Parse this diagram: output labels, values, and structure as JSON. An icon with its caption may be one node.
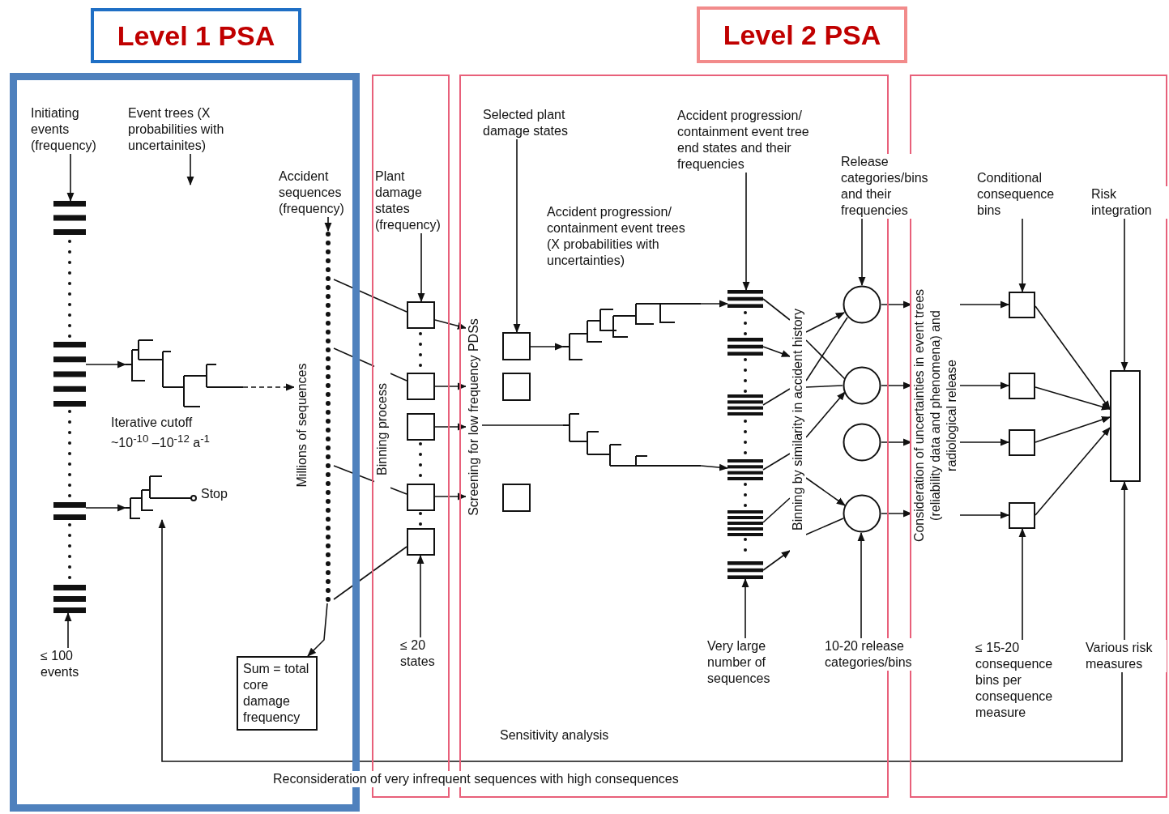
{
  "diagram": {
    "nodes": [
      {
        "text": [
          "Level 1 PSA"
        ]
      },
      {
        "text": [
          "Level 2 PSA"
        ]
      },
      {
        "text": [],
        "shape": "box"
      },
      {
        "text": [],
        "shape": "box"
      },
      {
        "text": [],
        "shape": "box"
      },
      {
        "text": [],
        "shape": "box"
      },
      {
        "text": [
          "Initiating events (frequency)"
        ],
        "in": 2
      },
      {
        "text": [],
        "shape": "bar",
        "in": 2
      },
      {
        "text": [],
        "shape": "bar",
        "in": 2
      },
      {
        "text": [],
        "shape": "bar",
        "in": 2
      },
      {
        "text": [],
        "shape": "bar",
        "in": 2
      },
      {
        "text": [
          "≤ 100 events"
        ],
        "in": 2
      },
      {
        "text": [
          "Event trees (X probabilities with uncertainites)"
        ],
        "in": 2
      },
      {
        "text": [],
        "shape": "tree",
        "in": 2
      },
      {
        "text": [],
        "shape": "tree",
        "in": 2,
        "beside": [
          "Stop"
        ]
      },
      {
        "text": [
          "Accident sequences (frequency)"
        ],
        "in": 2
      },
      {
        "text": [],
        "shape": "dots",
        "in": 2
      },
      {
        "text": [
          "Sum = total core damage frequency"
        ],
        "in": 2
      },
      {
        "text": [
          "Plant damage states (frequency)"
        ],
        "in": 3
      },
      {
        "text": [],
        "shape": "box",
        "in": 3
      },
      {
        "text": [],
        "shape": "box",
        "in": 3
      },
      {
        "text": [],
        "shape": "box",
        "in": 3
      },
      {
        "text": [],
        "shape": "box",
        "in": 3
      },
      {
        "text": [],
        "shape": "box",
        "in": 3
      },
      {
        "text": [
          "≤ 20 states"
        ],
        "in": 3
      },
      {
        "text": [
          "Selected plant damage states"
        ],
        "in": 4
      },
      {
        "text": [],
        "shape": "box",
        "in": 4
      },
      {
        "text": [],
        "shape": "box",
        "in": 4
      },
      {
        "text": [],
        "shape": "box",
        "in": 4
      },
      {
        "text": [],
        "shape": "tree",
        "in": 4
      },
      {
        "text": [],
        "shape": "tree",
        "in": 4
      },
      {
        "text": [
          "Accident progression/ containment event tree end states and their frequencies"
        ],
        "in": 4
      },
      {
        "text": [],
        "shape": "bar",
        "in": 4
      },
      {
        "text": [],
        "shape": "bar",
        "in": 4
      },
      {
        "text": [],
        "shape": "bar",
        "in": 4
      },
      {
        "text": [],
        "shape": "bar",
        "in": 4
      },
      {
        "text": [],
        "shape": "bar",
        "in": 4
      },
      {
        "text": [],
        "shape": "bar",
        "in": 4
      },
      {
        "text": [
          "Very large number of sequences"
        ],
        "in": 4
      },
      {
        "text": [
          "Release categories/bins and their frequencies"
        ]
      },
      {
        "text": [],
        "shape": "circle",
        "in": 4
      },
      {
        "text": [],
        "shape": "circle",
        "in": 4
      },
      {
        "text": [],
        "shape": "circle",
        "in": 4
      },
      {
        "text": [],
        "shape": "circle",
        "in": 4
      },
      {
        "text": [
          "10-20 release categories/bins"
        ]
      },
      {
        "text": [
          "Conditional consequence bins"
        ],
        "in": 5
      },
      {
        "text": [],
        "shape": "box",
        "in": 5
      },
      {
        "text": [],
        "shape": "box",
        "in": 5
      },
      {
        "text": [],
        "shape": "box",
        "in": 5
      },
      {
        "text": [],
        "shape": "box",
        "in": 5
      },
      {
        "text": [
          "Risk integration"
        ],
        "in": 5
      },
      {
        "text": [],
        "shape": "box",
        "in": 5
      },
      {
        "text": [
          "≤ 15-20 consequence bins per consequence measure"
        ],
        "in": 5
      },
      {
        "text": [
          "Various risk measures"
        ],
        "in": 5
      },
      {
        "text": [
          "Millions of sequences"
        ],
        "in": 2
      },
      {
        "text": [
          "Screening for low frequency PDSs"
        ],
        "in": 4
      },
      {
        "text": [
          "Binning by similarity in accident history"
        ],
        "in": 4
      },
      {
        "text": [
          "Consideration of uncertainties in event trees (reliability data and phenomena) and radiological release"
        ],
        "in": 5
      }
    ],
    "edges": [
      {
        "from": 6,
        "to": 7,
        "arrow": "to"
      },
      {
        "from": 11,
        "to": 10,
        "arrow": "to"
      },
      {
        "from": 12,
        "to": null,
        "arrow": "to"
      },
      {
        "from": 8,
        "to": 13,
        "arrow": "to"
      },
      {
        "from": 9,
        "to": 14,
        "arrow": "to"
      },
      {
        "from": 13,
        "to": 54,
        "arrow": "to",
        "style": "dashed"
      },
      {
        "from": 15,
        "to": 16,
        "arrow": "to"
      },
      {
        "from": 16,
        "to": 17,
        "arrow": "to"
      },
      {
        "from": 16,
        "to": 19,
        "arrow": "none"
      },
      {
        "from": 16,
        "to": 20,
        "arrow": "none"
      },
      {
        "from": 16,
        "to": 22,
        "arrow": "none"
      },
      {
        "from": 16,
        "to": 23,
        "arrow": "none"
      },
      {
        "from": 18,
        "to": 19,
        "arrow": "to"
      },
      {
        "from": 24,
        "to": 23,
        "arrow": "to"
      },
      {
        "from": 19,
        "to": 55,
        "arrow": "to"
      },
      {
        "from": 20,
        "to": 55,
        "arrow": "to"
      },
      {
        "from": 21,
        "to": 55,
        "arrow": "to"
      },
      {
        "from": 22,
        "to": 55,
        "arrow": "to"
      },
      {
        "from": 25,
        "to": 26,
        "arrow": "to"
      },
      {
        "from": 26,
        "to": 29,
        "arrow": "to"
      },
      {
        "from": 55,
        "to": 30,
        "arrow": "none"
      },
      {
        "from": 31,
        "to": 32,
        "arrow": "to"
      },
      {
        "from": 29,
        "to": 32,
        "arrow": "to"
      },
      {
        "from": 30,
        "to": 35,
        "arrow": "to"
      },
      {
        "from": 38,
        "to": 37,
        "arrow": "to"
      },
      {
        "from": 32,
        "to": 56,
        "arrow": "none"
      },
      {
        "from": 33,
        "to": 56,
        "arrow": "to"
      },
      {
        "from": 34,
        "to": 56,
        "arrow": "none"
      },
      {
        "from": 35,
        "to": 56,
        "arrow": "none"
      },
      {
        "from": 36,
        "to": 56,
        "arrow": "none"
      },
      {
        "from": 37,
        "to": 56,
        "arrow": "to"
      },
      {
        "from": 56,
        "to": 40,
        "arrow": "to"
      },
      {
        "from": 56,
        "to": 40,
        "arrow": "none"
      },
      {
        "from": 56,
        "to": 41,
        "arrow": "none"
      },
      {
        "from": 56,
        "to": 41,
        "arrow": "to"
      },
      {
        "from": 56,
        "to": 41,
        "arrow": "none"
      },
      {
        "from": 56,
        "to": 43,
        "arrow": "to"
      },
      {
        "from": 56,
        "to": 43,
        "arrow": "none"
      },
      {
        "from": 39,
        "to": 40,
        "arrow": "to"
      },
      {
        "from": 44,
        "to": 43,
        "arrow": "to"
      },
      {
        "from": 40,
        "to": 57,
        "arrow": "to"
      },
      {
        "from": 41,
        "to": 57,
        "arrow": "to"
      },
      {
        "from": 42,
        "to": 57,
        "arrow": "to"
      },
      {
        "from": 43,
        "to": 57,
        "arrow": "to"
      },
      {
        "from": 45,
        "to": 46,
        "arrow": "to"
      },
      {
        "from": 57,
        "to": 46,
        "arrow": "to"
      },
      {
        "from": 57,
        "to": 47,
        "arrow": "to"
      },
      {
        "from": 57,
        "to": 48,
        "arrow": "to"
      },
      {
        "from": 57,
        "to": 49,
        "arrow": "to"
      },
      {
        "from": 46,
        "to": 51,
        "arrow": "to"
      },
      {
        "from": 47,
        "to": 51,
        "arrow": "to"
      },
      {
        "from": 48,
        "to": 51,
        "arrow": "to"
      },
      {
        "from": 49,
        "to": 51,
        "arrow": "to"
      },
      {
        "from": 50,
        "to": 51,
        "arrow": "to"
      },
      {
        "from": 52,
        "to": 49,
        "arrow": "to"
      },
      {
        "from": 53,
        "to": 51,
        "arrow": "to"
      },
      {
        "from": 53,
        "to": 14,
        "arrow": "to",
        "label": "Sensitivity analysis"
      }
    ],
    "labels": [
      "Iterative cutoff ~10$^{-10}$ –10$^{-12}$ a$^{-1}$",
      "Binning process",
      "Accident progression/ containment event trees (X probabilities with uncertainties)",
      "Reconsideration of very infrequent sequences with high consequences"
    ]
  }
}
